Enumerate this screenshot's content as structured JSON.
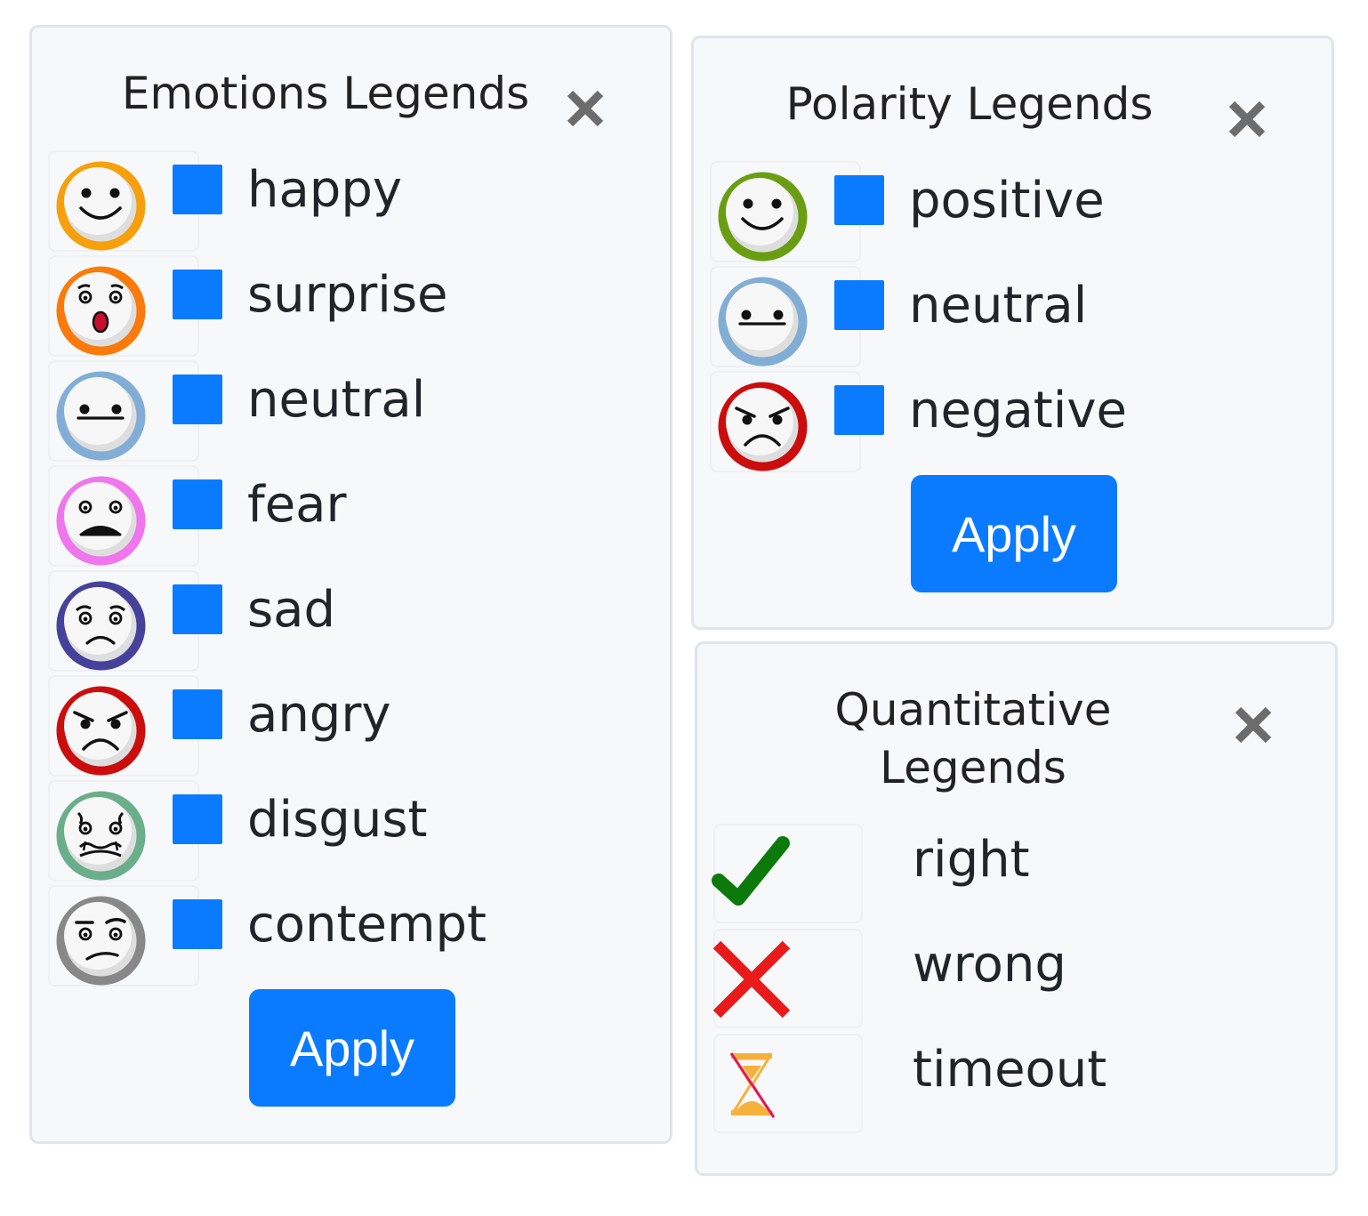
{
  "emotions": {
    "title": "Emotions Legends",
    "items": [
      {
        "label": "happy",
        "ring_color": "#f5a00c",
        "face": "happy"
      },
      {
        "label": "surprise",
        "ring_color": "#fa7a0b",
        "face": "surprise"
      },
      {
        "label": "neutral",
        "ring_color": "#82aed6",
        "face": "neutral"
      },
      {
        "label": "fear",
        "ring_color": "#ef76ec",
        "face": "fear"
      },
      {
        "label": "sad",
        "ring_color": "#46419a",
        "face": "sad"
      },
      {
        "label": "angry",
        "ring_color": "#cc0d0d",
        "face": "angry"
      },
      {
        "label": "disgust",
        "ring_color": "#6aae8b",
        "face": "disgust"
      },
      {
        "label": "contempt",
        "ring_color": "#888888",
        "face": "contempt"
      }
    ],
    "apply_label": "Apply"
  },
  "polarity": {
    "title": "Polarity Legends",
    "items": [
      {
        "label": "positive",
        "ring_color": "#6a9e12",
        "face": "happy"
      },
      {
        "label": "neutral",
        "ring_color": "#82aed6",
        "face": "neutral"
      },
      {
        "label": "negative",
        "ring_color": "#cc0d0d",
        "face": "angry"
      }
    ],
    "apply_label": "Apply"
  },
  "quantitative": {
    "title": "Quantitative Legends",
    "items": [
      {
        "label": "right",
        "icon": "checkmark-icon"
      },
      {
        "label": "wrong",
        "icon": "cross-icon"
      },
      {
        "label": "timeout",
        "icon": "hourglass-crossed-icon"
      }
    ]
  },
  "colors": {
    "checkbox": "#0a7bff",
    "apply_button": "#0a7bff",
    "close_icon": "#6c6c6c"
  }
}
